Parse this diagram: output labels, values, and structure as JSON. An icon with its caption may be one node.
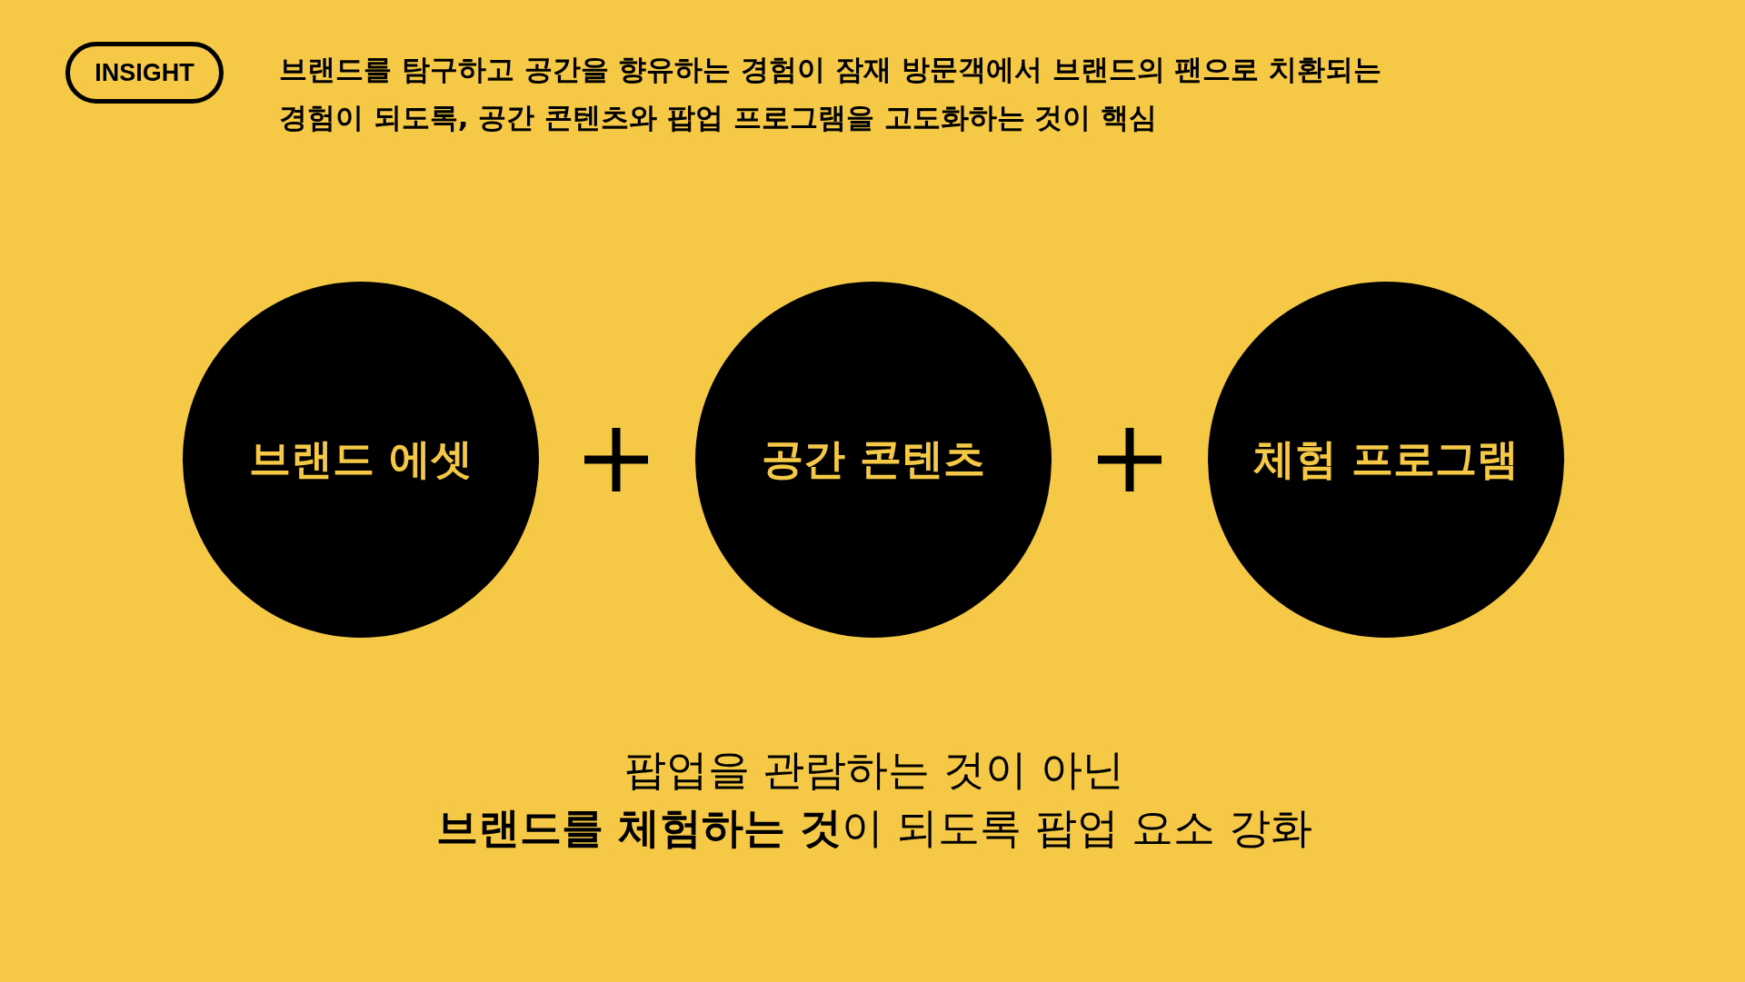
{
  "diagram": {
    "nodes": [
      {
        "text": [
          "INSIGHT"
        ],
        "beside": [
          "브랜드를 탐구하고 공간을 향유하는 경험이 잠재 방문객에서 브랜드의 팬으로 치환되는 경험이 되도록, 공간 콘텐츠와 팝업 프로그램을 고도화하는 것이 핵심"
        ]
      },
      {
        "text": [
          "브랜드 에셋"
        ]
      },
      {
        "text": [
          "공간 콘텐츠"
        ]
      },
      {
        "text": [
          "체험 프로그램"
        ]
      }
    ],
    "labels": [
      "팝업을 관람하는 것이 아닌 **브랜드를 체험하는 것**이 되도록 팝업 요소 강화"
    ]
  }
}
